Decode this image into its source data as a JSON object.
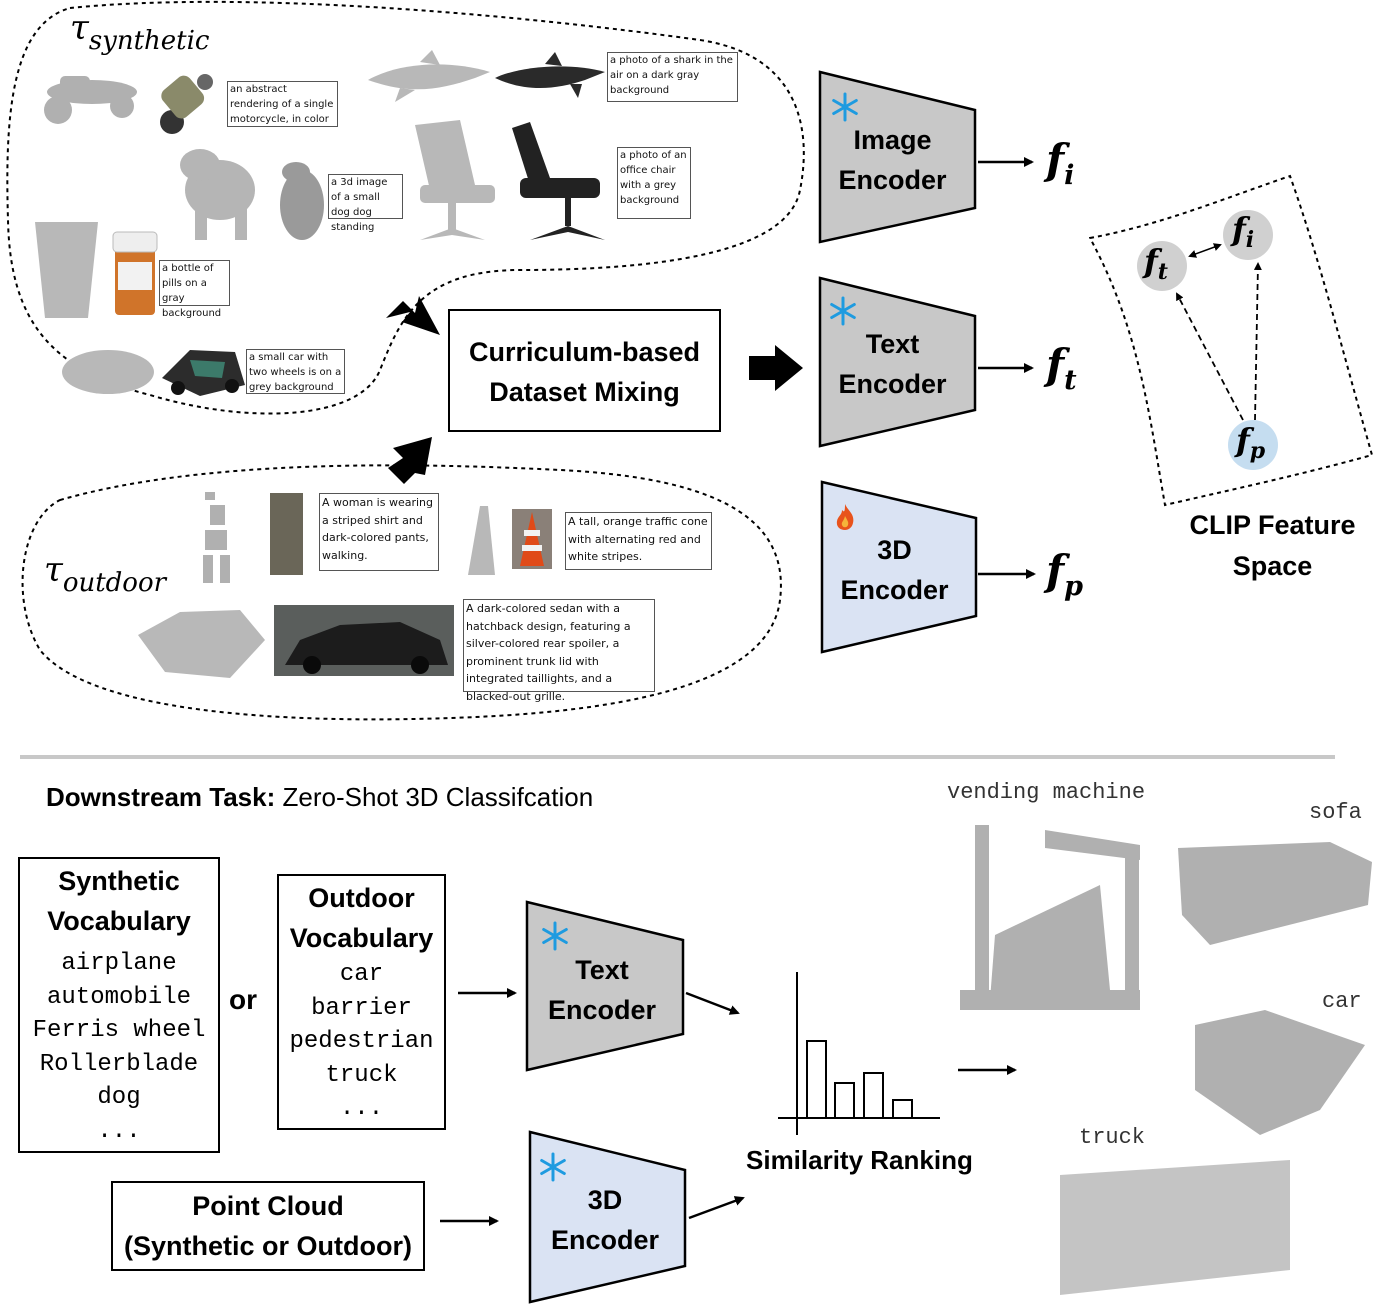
{
  "top": {
    "tau_synthetic": {
      "symbol": "τ",
      "sub": "synthetic"
    },
    "tau_outdoor": {
      "symbol": "τ",
      "sub": "outdoor"
    },
    "synthetic_captions": [
      "an abstract rendering of a single motorcycle, in color",
      "a photo of a shark in the air on a dark gray background",
      "a 3d image of a small dog dog standing",
      "a photo of an office chair with a grey background",
      "a bottle of pills on a gray background",
      "a small car with two wheels is on a grey background"
    ],
    "outdoor_captions": [
      "A woman is wearing a striped shirt and dark-colored pants, walking.",
      "A tall, orange traffic cone with alternating red and white stripes.",
      "A dark-colored sedan with a hatchback design, featuring a silver-colored rear spoiler, a prominent trunk lid with integrated taillights, and a blacked-out grille."
    ],
    "mixing_box": {
      "line1": "Curriculum-based",
      "line2": "Dataset Mixing"
    },
    "encoders": {
      "image": {
        "line1": "Image",
        "line2": "Encoder",
        "icon": "snowflake-icon"
      },
      "text": {
        "line1": "Text",
        "line2": "Encoder",
        "icon": "snowflake-icon"
      },
      "3d": {
        "line1": "3D",
        "line2": "Encoder",
        "icon": "fire-icon"
      }
    },
    "features": {
      "image": {
        "symbol": "f",
        "sub": "i"
      },
      "text": {
        "symbol": "f",
        "sub": "t"
      },
      "point": {
        "symbol": "f",
        "sub": "p"
      }
    },
    "clip_space": {
      "line1": "CLIP Feature",
      "line2": "Space"
    }
  },
  "bottom": {
    "task_title_bold": "Downstream Task:",
    "task_title_rest": " Zero-Shot 3D Classifcation",
    "synthetic_vocab": {
      "title1": "Synthetic",
      "title2": "Vocabulary",
      "items": [
        "airplane",
        "automobile",
        "Ferris wheel",
        "Rollerblade",
        "dog",
        "..."
      ]
    },
    "or_label": "or",
    "outdoor_vocab": {
      "title1": "Outdoor",
      "title2": "Vocabulary",
      "items": [
        "car",
        "barrier",
        "pedestrian",
        "truck",
        "..."
      ]
    },
    "point_cloud_box": {
      "line1": "Point Cloud",
      "line2": "(Synthetic or Outdoor)"
    },
    "text_encoder": {
      "line1": "Text",
      "line2": "Encoder",
      "icon": "snowflake-icon"
    },
    "encoder_3d": {
      "line1": "3D",
      "line2": "Encoder",
      "icon": "snowflake-icon"
    },
    "similarity_label": "Similarity Ranking",
    "predictions": [
      "vending machine",
      "sofa",
      "car",
      "truck"
    ]
  },
  "colors": {
    "encoder_gray": "#c8c8c8",
    "encoder_blue": "#dae3f3",
    "feature_gray": "#d0d0d0",
    "feature_blue": "#c5ddf0",
    "point_cloud_gray": "#a9a9a9",
    "snowflake": "#1e9be0",
    "fire": "#e8531c"
  }
}
